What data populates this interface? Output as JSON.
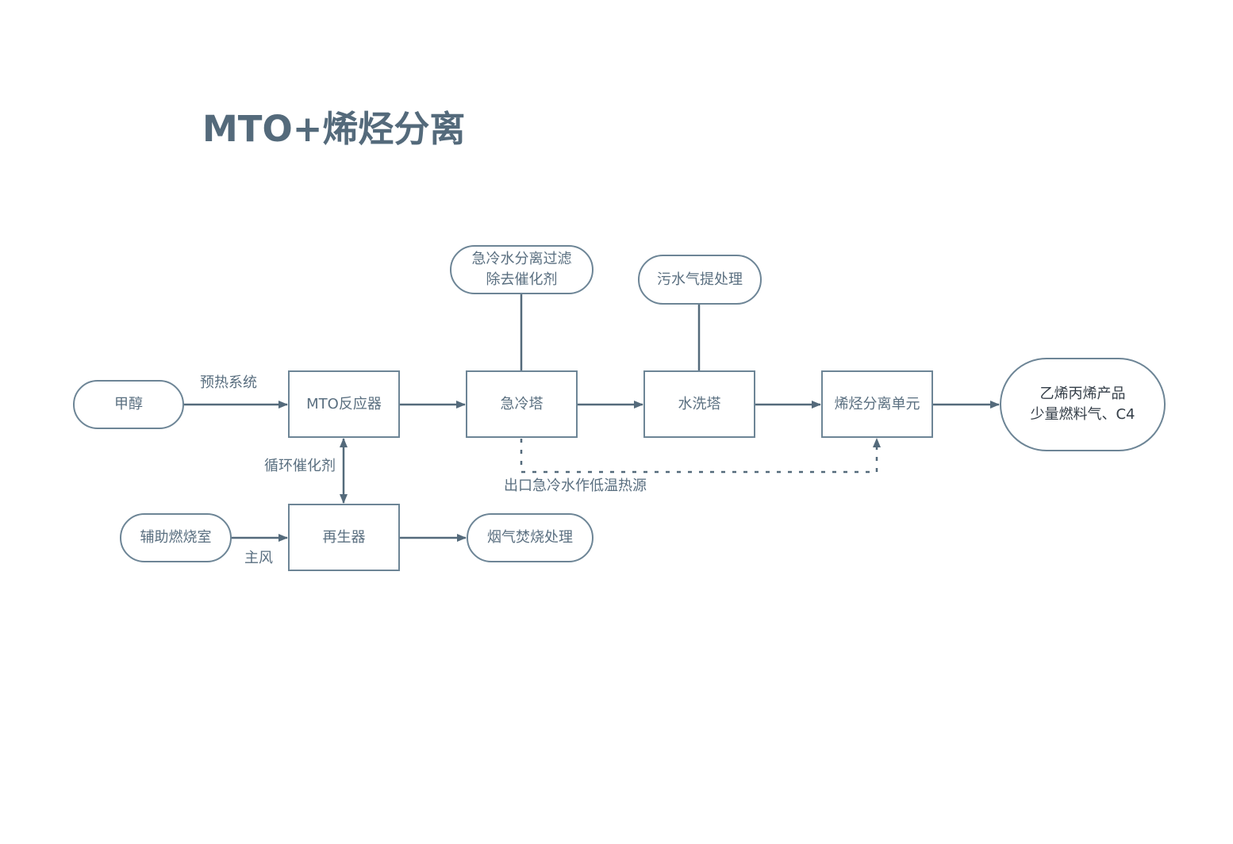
{
  "title": "MTO+烯烃分离",
  "nodes": {
    "methanol": "甲醇",
    "mto_reactor": "MTO反应器",
    "quench_tower": "急冷塔",
    "water_wash_tower": "水洗塔",
    "olefin_separation_unit": "烯烃分离单元",
    "products": {
      "line1": "乙烯丙烯产品",
      "line2": "少量燃料气、C4"
    },
    "quench_water_filter": {
      "line1": "急冷水分离过滤",
      "line2": "除去催化剂"
    },
    "wastewater_stripping": "污水气提处理",
    "aux_combustion": "辅助燃烧室",
    "regenerator": "再生器",
    "flue_gas_incineration": "烟气焚烧处理"
  },
  "edge_labels": {
    "preheat_system": "预热系统",
    "circulating_catalyst": "循环催化剂",
    "outlet_quench_water": "出口急冷水作低温热源",
    "main_air": "主风"
  },
  "colors": {
    "stroke": "#6d8596",
    "arrow": "#546a7b",
    "title": "#546a7b",
    "text": "#5a6f80"
  }
}
